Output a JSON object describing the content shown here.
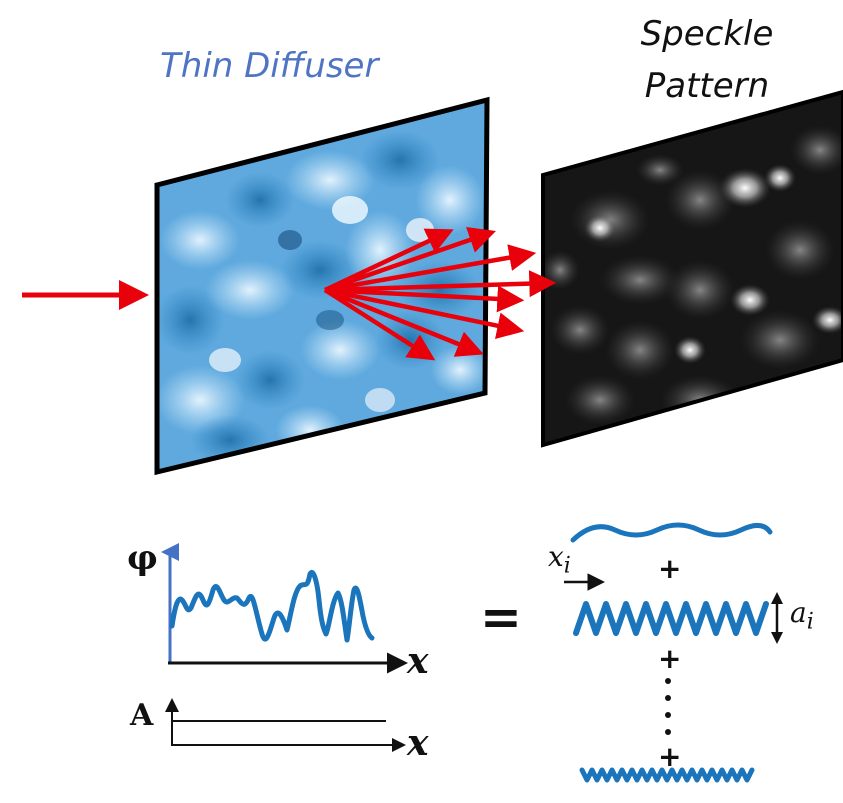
{
  "labels": {
    "diffuser": "Thin Diffuser",
    "speckle_line1": "Speckle",
    "speckle_line2": "Pattern"
  },
  "phase_plot": {
    "ylabel": "φ",
    "xlabel": "x"
  },
  "amp_plot": {
    "ylabel": "A",
    "xlabel": "x"
  },
  "equation": {
    "equals": "=",
    "plus": "+",
    "shift_base": "x",
    "shift_sub": "i",
    "amp_base": "a",
    "amp_sub": "i"
  },
  "colors": {
    "beam": "#e8000b",
    "wave": "#1b75bc",
    "diffuser_text": "#4f74c4",
    "axis_blue": "#4472c4"
  }
}
